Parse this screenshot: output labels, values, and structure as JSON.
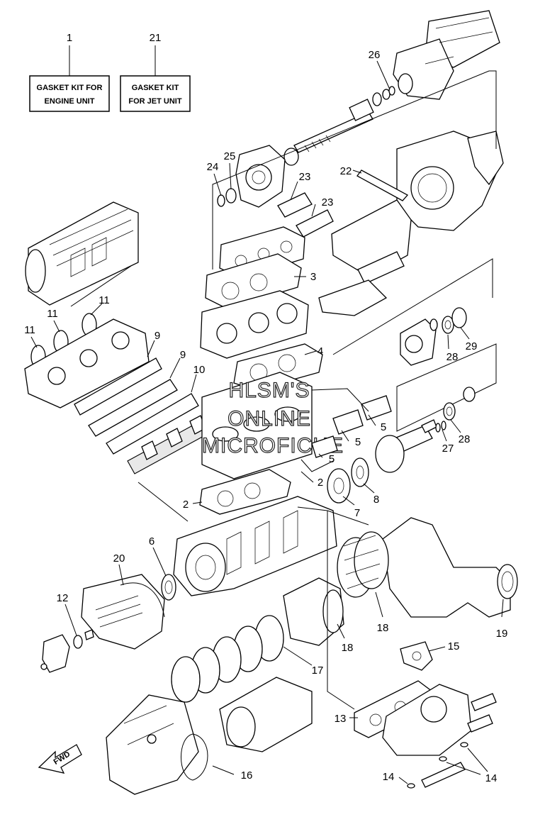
{
  "labels": {
    "gasket_kit_engine_line1": "GASKET KIT FOR",
    "gasket_kit_engine_line2": "ENGINE UNIT",
    "gasket_kit_jet_line1": "GASKET KIT",
    "gasket_kit_jet_line2": "FOR JET UNIT",
    "fwd": "FWD"
  },
  "watermark": {
    "line1": "HLSM'S",
    "line2": "ONLINE",
    "line3": "MICROFICHE"
  },
  "callouts": {
    "c1": "1",
    "c21": "21",
    "c26": "26",
    "c24": "24",
    "c25": "25",
    "c23a": "23",
    "c23b": "23",
    "c22": "22",
    "c3": "3",
    "c11a": "11",
    "c11b": "11",
    "c11c": "11",
    "c9a": "9",
    "c9b": "9",
    "c10": "10",
    "c4": "4",
    "c29": "29",
    "c28a": "28",
    "c28b": "28",
    "c27": "27",
    "c5a": "5",
    "c5b": "5",
    "c5c": "5",
    "c2a": "2",
    "c2b": "2",
    "c8": "8",
    "c7": "7",
    "c6": "6",
    "c20": "20",
    "c12": "12",
    "c18a": "18",
    "c18b": "18",
    "c19": "19",
    "c17": "17",
    "c15": "15",
    "c13": "13",
    "c16": "16",
    "c14a": "14",
    "c14b": "14"
  },
  "colors": {
    "line": "#000000",
    "background": "#ffffff",
    "shade": "#e8e8e8"
  }
}
